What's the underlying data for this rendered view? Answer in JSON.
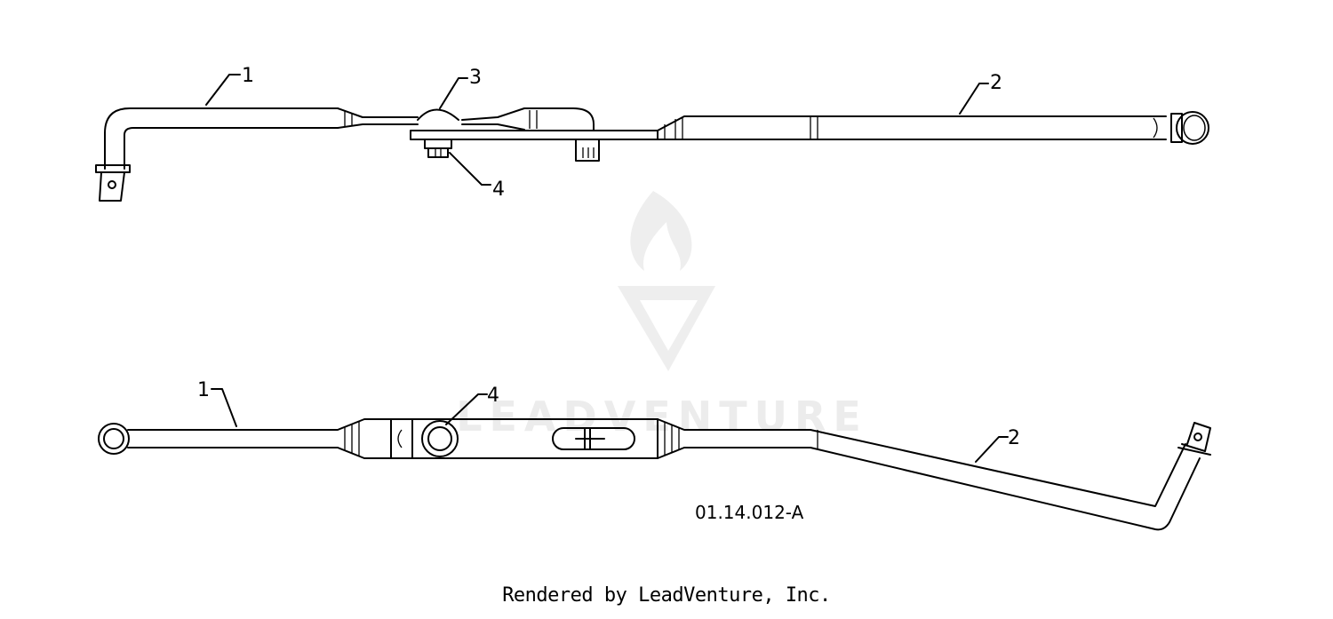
{
  "diagram": {
    "callouts": {
      "top_1": "1",
      "top_2": "2",
      "top_3": "3",
      "top_4": "4",
      "bottom_1": "1",
      "bottom_4": "4",
      "bottom_2": "2"
    },
    "drawing_number": "01.14.012-A",
    "watermark": "LEADVENTURE"
  },
  "footer": {
    "credit": "Rendered by LeadVenture, Inc."
  }
}
